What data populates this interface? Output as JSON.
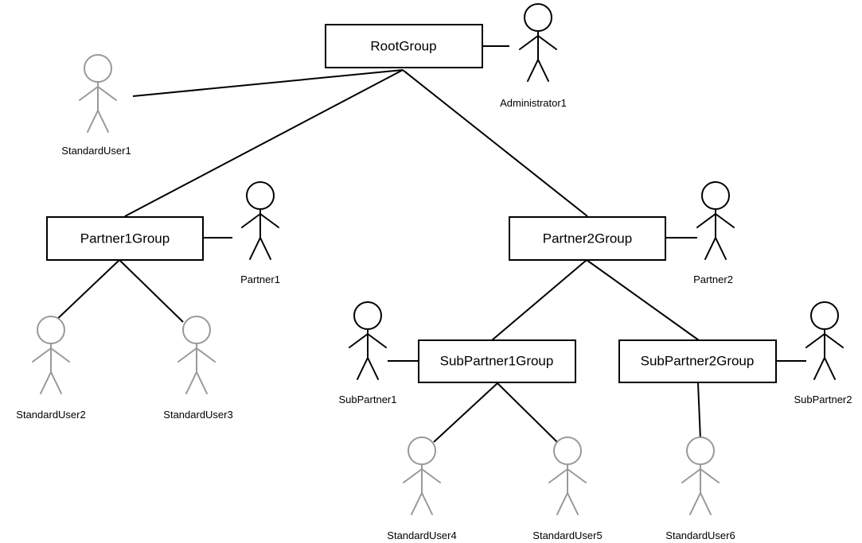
{
  "groups": {
    "root": "RootGroup",
    "partner1": "Partner1Group",
    "partner2": "Partner2Group",
    "subpartner1": "SubPartner1Group",
    "subpartner2": "SubPartner2Group"
  },
  "actors": {
    "administrator1": {
      "label": "Administrator1",
      "role": "admin"
    },
    "standarduser1": {
      "label": "StandardUser1",
      "role": "standard"
    },
    "partner1": {
      "label": "Partner1",
      "role": "admin"
    },
    "partner2": {
      "label": "Partner2",
      "role": "admin"
    },
    "standarduser2": {
      "label": "StandardUser2",
      "role": "standard"
    },
    "standarduser3": {
      "label": "StandardUser3",
      "role": "standard"
    },
    "subpartner1": {
      "label": "SubPartner1",
      "role": "admin"
    },
    "subpartner2": {
      "label": "SubPartner2",
      "role": "admin"
    },
    "standarduser4": {
      "label": "StandardUser4",
      "role": "standard"
    },
    "standarduser5": {
      "label": "StandardUser5",
      "role": "standard"
    },
    "standarduser6": {
      "label": "StandardUser6",
      "role": "standard"
    }
  },
  "colors": {
    "admin_actor": "#000000",
    "standard_actor": "#999999",
    "line": "#000000"
  }
}
